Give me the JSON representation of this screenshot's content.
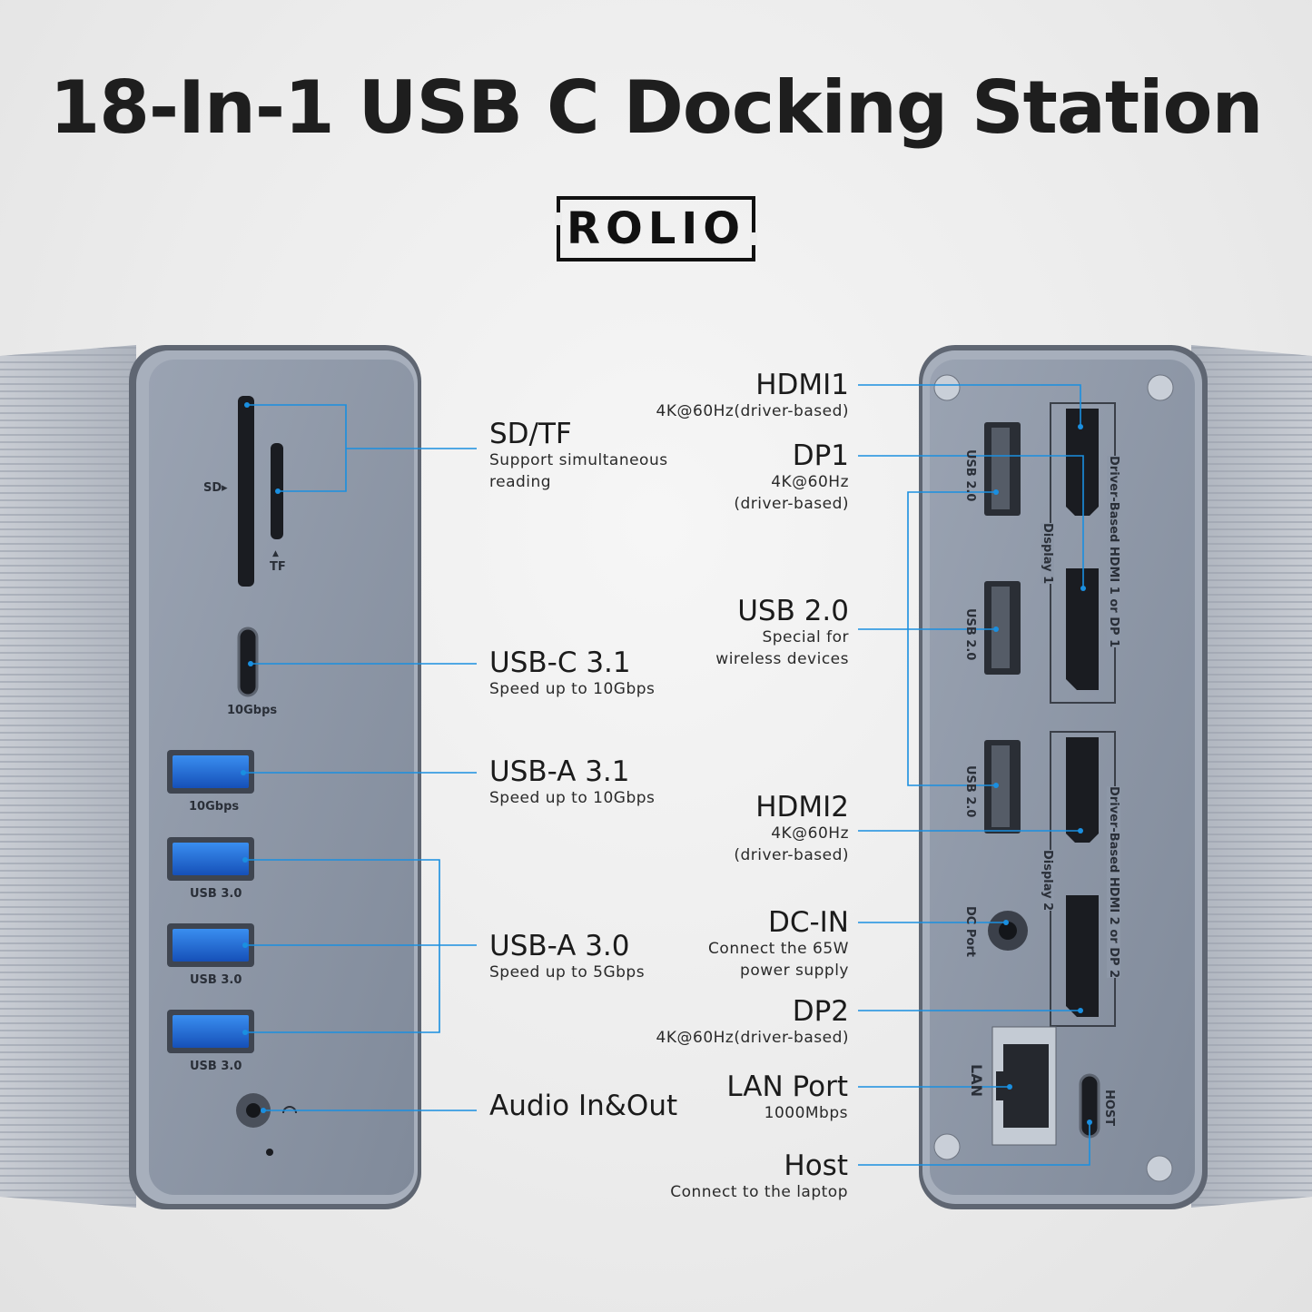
{
  "title": "18-In-1 USB C Docking Station",
  "brand": "ROLIO",
  "colors": {
    "accent_line": "#1a8fe0",
    "usb3_blue": "#1f6ed4",
    "body_gray": "#8d97a7"
  },
  "left_labels": {
    "sd": {
      "title": "SD/TF",
      "line1": "Support simultaneous",
      "line2": "reading"
    },
    "usbc": {
      "title": "USB-C 3.1",
      "desc": "Speed up to 10Gbps"
    },
    "usba31": {
      "title": "USB-A 3.1",
      "desc": "Speed up to 10Gbps"
    },
    "usba30": {
      "title": "USB-A 3.0",
      "desc": "Speed up to 5Gbps"
    },
    "audio": {
      "title": "Audio In&Out"
    }
  },
  "right_labels": {
    "hdmi1": {
      "title": "HDMI1",
      "desc": "4K@60Hz(driver-based)"
    },
    "dp1": {
      "title": "DP1",
      "line1": "4K@60Hz",
      "line2": "(driver-based)"
    },
    "usb20": {
      "title": "USB 2.0",
      "line1": "Special for",
      "line2": "wireless devices"
    },
    "hdmi2": {
      "title": "HDMI2",
      "line1": "4K@60Hz",
      "line2": "(driver-based)"
    },
    "dcin": {
      "title": "DC-IN",
      "line1": "Connect the 65W",
      "line2": "power supply"
    },
    "dp2": {
      "title": "DP2",
      "desc": "4K@60Hz(driver-based)"
    },
    "lan": {
      "title": "LAN Port",
      "desc": "1000Mbps"
    },
    "host": {
      "title": "Host",
      "desc": "Connect to the laptop"
    }
  },
  "front_printing": {
    "sd": "SD▸",
    "tf": "TF",
    "tf_arrow": "▲",
    "usbc_speed": "10Gbps",
    "usba_speed": "10Gbps",
    "usb3": "USB 3.0"
  },
  "back_printing": {
    "usb2": "USB 2.0",
    "display1": "Display 1",
    "display2": "Display 2",
    "driver1": "Driver-Based HDMI 1 or DP 1",
    "driver2": "Driver-Based HDMI 2 or DP 2",
    "dc": "DC Port",
    "lan": "LAN",
    "host": "HOST"
  }
}
